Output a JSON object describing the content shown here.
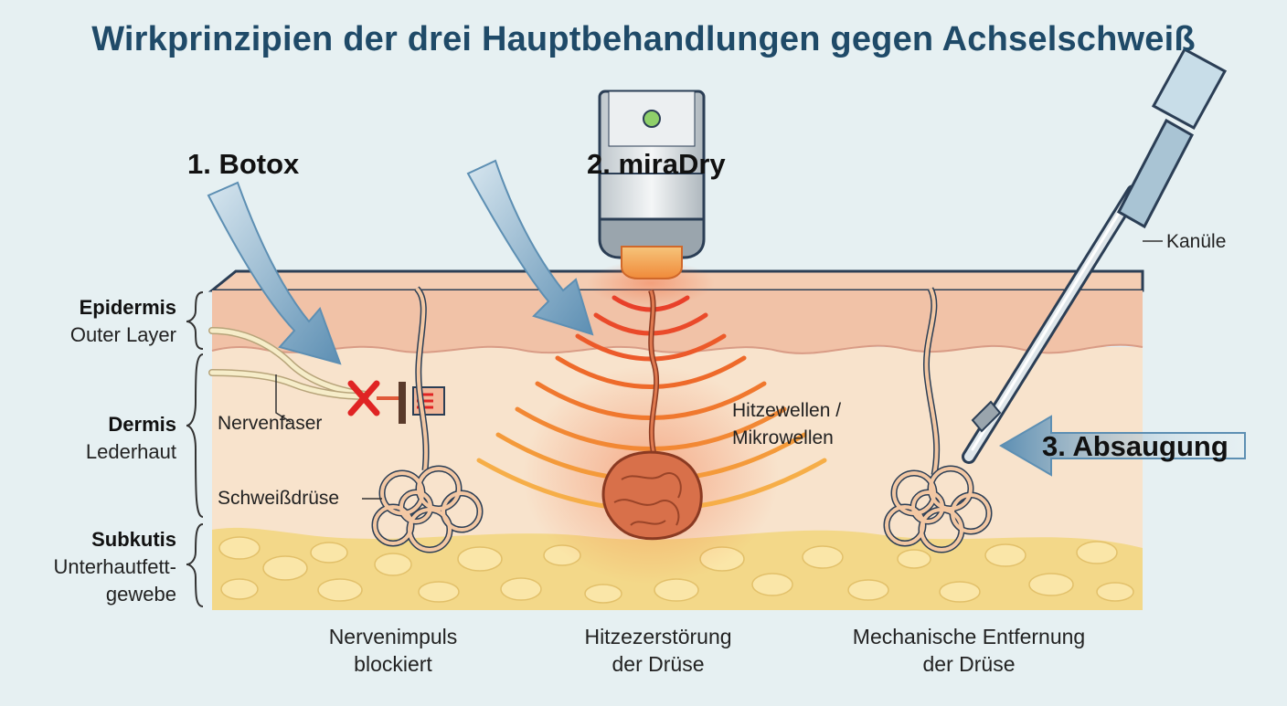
{
  "title": "Wirkprinzipien der drei Hauptbehandlungen gegen Achselschweiß",
  "treatments": [
    {
      "heading": "1. Botox",
      "caption_line1": "Nervenimpuls",
      "caption_line2": "blockiert"
    },
    {
      "heading": "2. miraDry",
      "caption_line1": "Hitzezerstörung",
      "caption_line2": "der Drüse"
    },
    {
      "heading": "3. Absaugung",
      "caption_line1": "Mechanische Entfernung",
      "caption_line2": "der Drüse"
    }
  ],
  "layers": [
    {
      "name": "Epidermis",
      "sub1": "Outer Layer",
      "sub2": ""
    },
    {
      "name": "Dermis",
      "sub1": "Lederhaut",
      "sub2": ""
    },
    {
      "name": "Subkutis",
      "sub1": "Unterhautfett-",
      "sub2": "gewebe"
    }
  ],
  "labels": {
    "nerve_fiber": "Nervenfaser",
    "sweat_gland": "Schweißdrüse",
    "waves_line1": "Hitzewellen /",
    "waves_line2": "Mikrowellen",
    "cannula": "Kanüle"
  },
  "colors": {
    "title": "#1f4a68",
    "arrow": "#5d8fb3",
    "heat": "#e8622a",
    "block_x": "#e02424",
    "epidermis": "#f1c2a7",
    "dermis": "#f8e3cc",
    "fat": "#f3d889"
  }
}
